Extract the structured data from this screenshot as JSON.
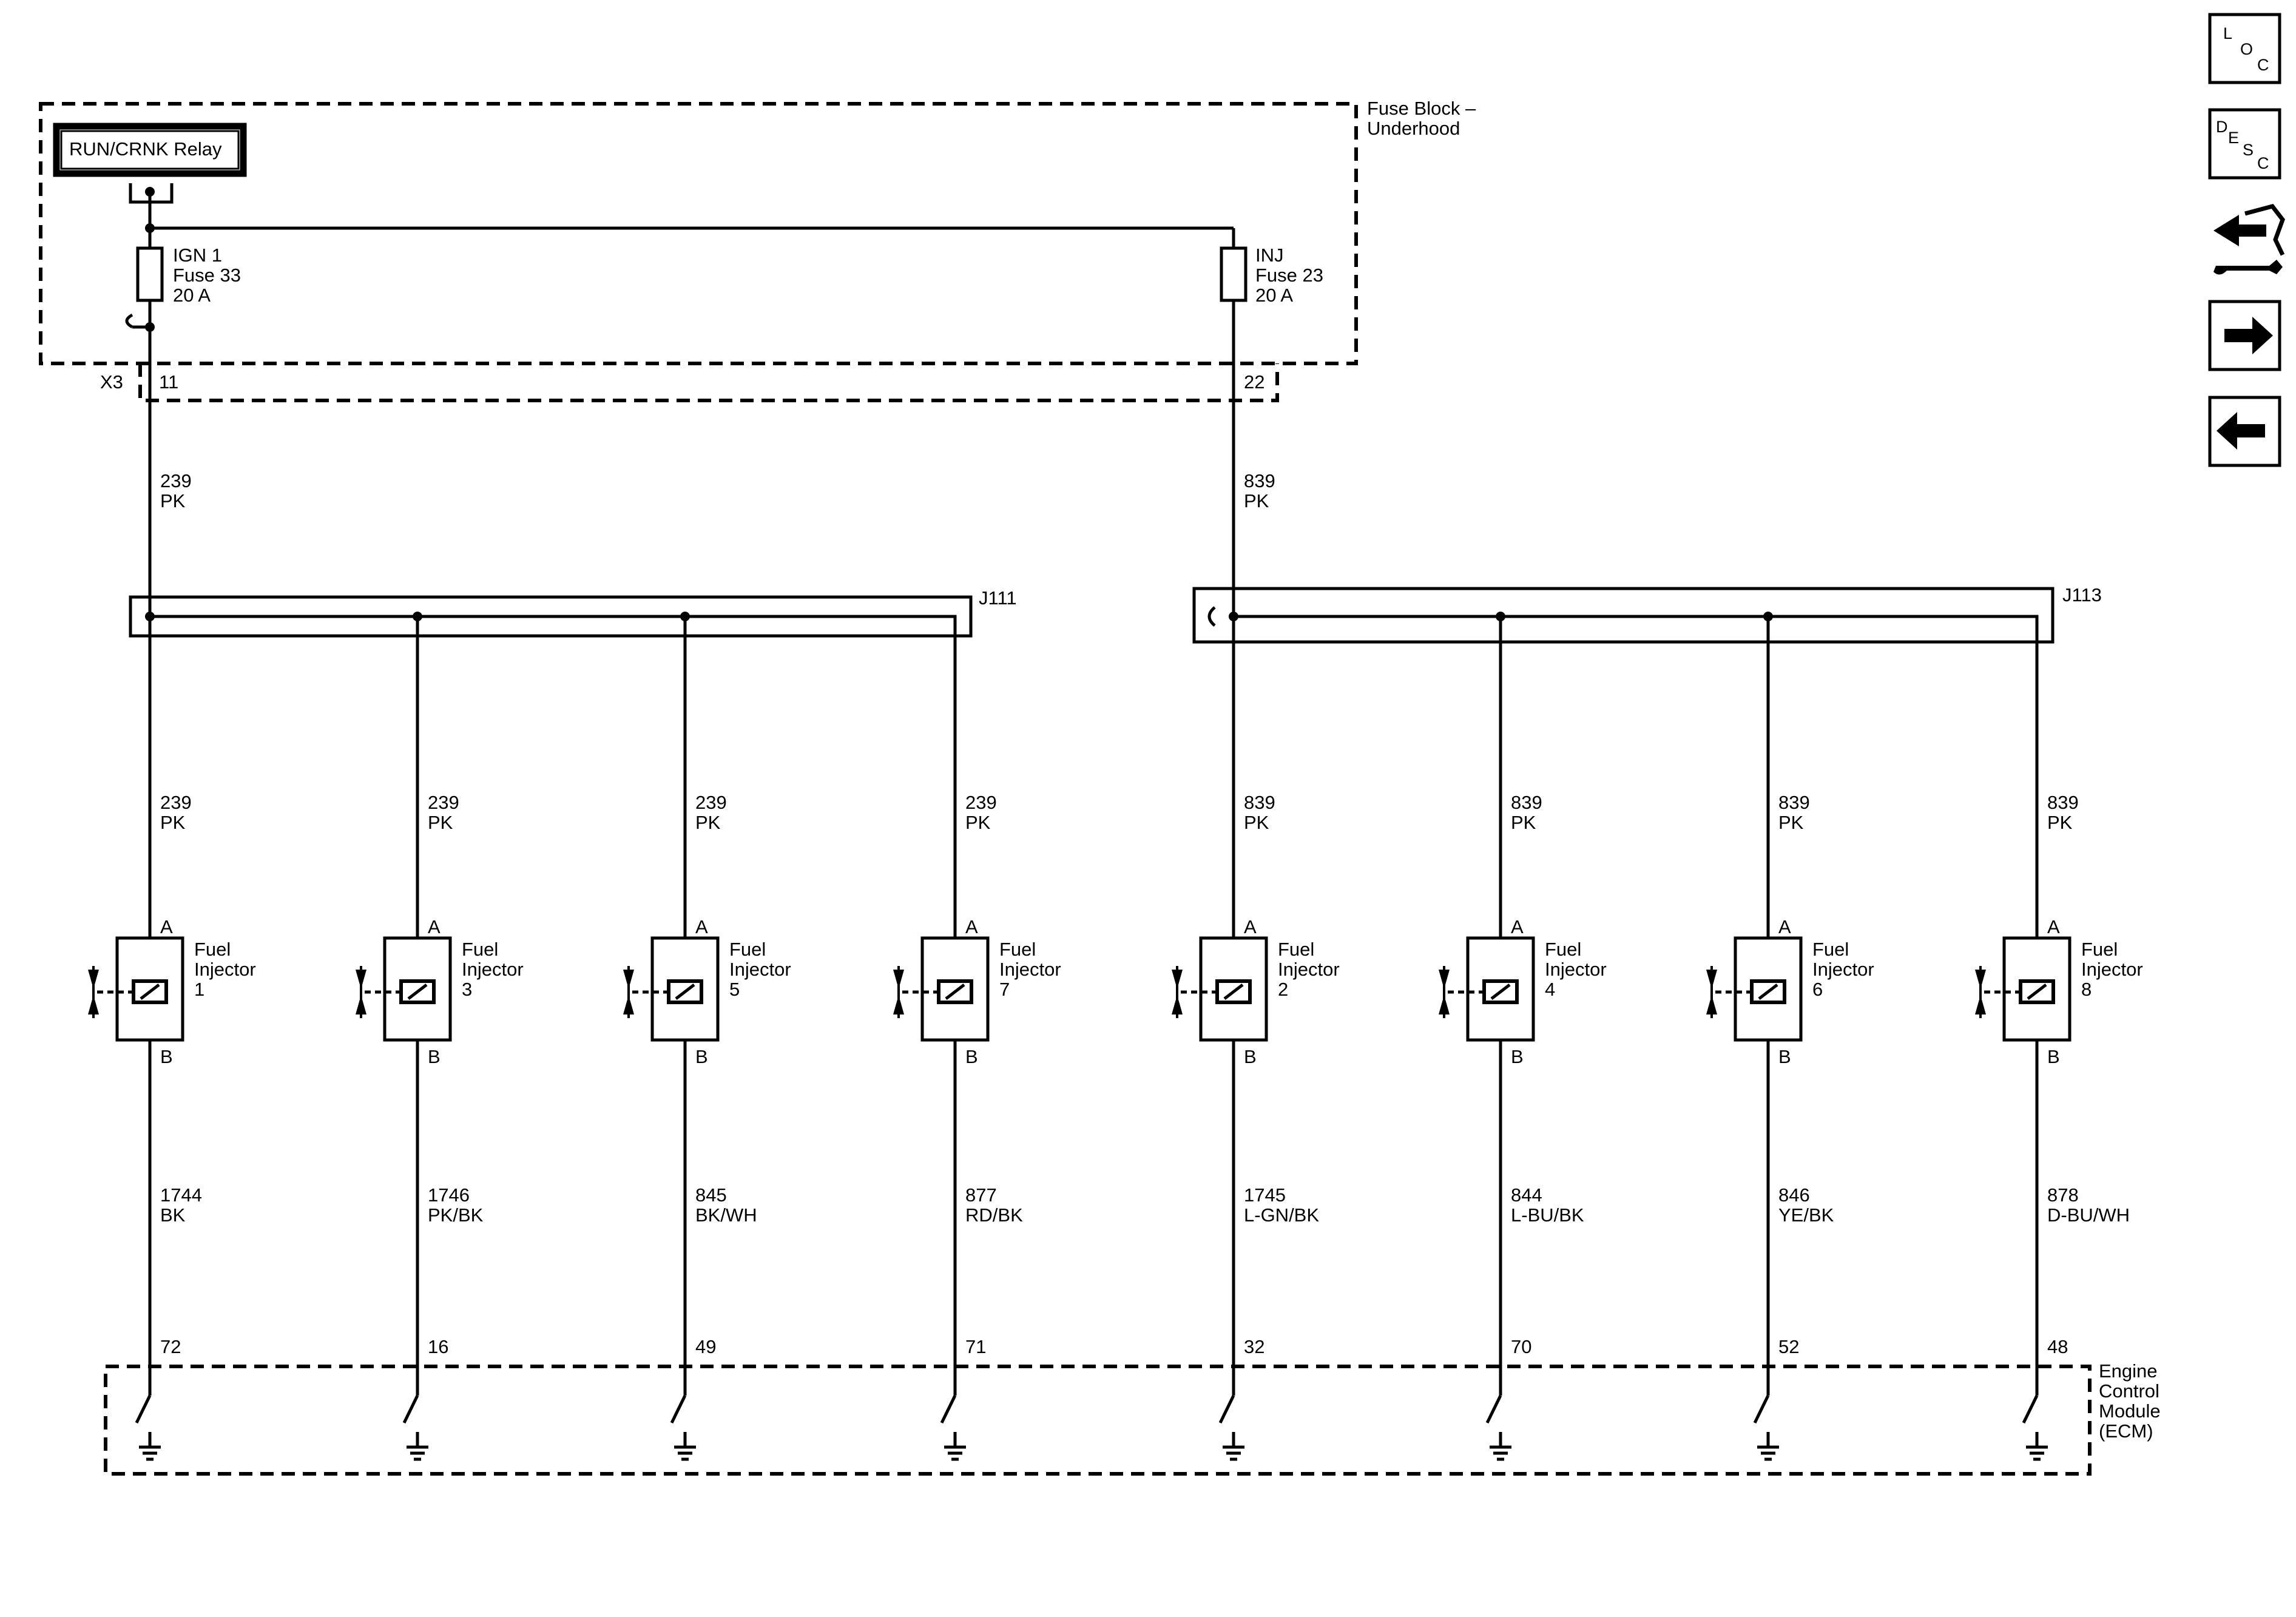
{
  "relay": {
    "label": "RUN/CRNK Relay"
  },
  "fuse_block": {
    "label_line1": "Fuse Block –",
    "label_line2": "Underhood",
    "connector": "X3"
  },
  "fuses": [
    {
      "name": "IGN 1",
      "fuse": "Fuse 33",
      "rating": "20 A",
      "pin": "11",
      "circuit": "239",
      "color": "PK"
    },
    {
      "name": "INJ",
      "fuse": "Fuse 23",
      "rating": "20 A",
      "pin": "22",
      "circuit": "839",
      "color": "PK"
    }
  ],
  "splices": [
    {
      "label": "J111"
    },
    {
      "label": "J113"
    }
  ],
  "injector_label": {
    "line1": "Fuel",
    "line2": "Injector",
    "pin_a": "A",
    "pin_b": "B"
  },
  "injectors": [
    {
      "number": "1",
      "feed_circuit": "239",
      "feed_color": "PK",
      "ctrl_circuit": "1744",
      "ctrl_color": "BK",
      "ecm_pin": "72"
    },
    {
      "number": "3",
      "feed_circuit": "239",
      "feed_color": "PK",
      "ctrl_circuit": "1746",
      "ctrl_color": "PK/BK",
      "ecm_pin": "16"
    },
    {
      "number": "5",
      "feed_circuit": "239",
      "feed_color": "PK",
      "ctrl_circuit": "845",
      "ctrl_color": "BK/WH",
      "ecm_pin": "49"
    },
    {
      "number": "7",
      "feed_circuit": "239",
      "feed_color": "PK",
      "ctrl_circuit": "877",
      "ctrl_color": "RD/BK",
      "ecm_pin": "71"
    },
    {
      "number": "2",
      "feed_circuit": "839",
      "feed_color": "PK",
      "ctrl_circuit": "1745",
      "ctrl_color": "L-GN/BK",
      "ecm_pin": "32"
    },
    {
      "number": "4",
      "feed_circuit": "839",
      "feed_color": "PK",
      "ctrl_circuit": "844",
      "ctrl_color": "L-BU/BK",
      "ecm_pin": "70"
    },
    {
      "number": "6",
      "feed_circuit": "839",
      "feed_color": "PK",
      "ctrl_circuit": "846",
      "ctrl_color": "YE/BK",
      "ecm_pin": "52"
    },
    {
      "number": "8",
      "feed_circuit": "839",
      "feed_color": "PK",
      "ctrl_circuit": "878",
      "ctrl_color": "D-BU/WH",
      "ecm_pin": "48"
    }
  ],
  "ecm": {
    "line1": "Engine",
    "line2": "Control",
    "line3": "Module",
    "line4": "(ECM)"
  },
  "nav_icons": {
    "loc": {
      "l1": "L",
      "l2": "O",
      "l3": "C"
    },
    "desc": {
      "l1": "D",
      "l2": "E",
      "l3": "S",
      "l4": "C"
    },
    "items": [
      "loc-icon",
      "desc-icon",
      "connector-repair-icon",
      "next-arrow-icon",
      "previous-arrow-icon"
    ]
  }
}
